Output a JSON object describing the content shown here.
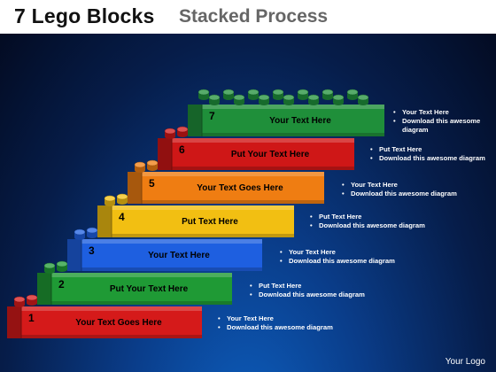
{
  "title": {
    "bold": "7 Lego Blocks",
    "light": "Stacked Process"
  },
  "logo": "Your Logo",
  "blocks": [
    {
      "number": "1",
      "label": "Your Text Goes Here",
      "color": "#d51a1a",
      "lines": [
        "Your Text Here",
        "Download this awesome diagram"
      ]
    },
    {
      "number": "2",
      "label": "Put Your Text Here",
      "color": "#1f9a35",
      "lines": [
        "Put Text Here",
        "Download this awesome diagram"
      ]
    },
    {
      "number": "3",
      "label": "Your Text Here",
      "color": "#1e5fe0",
      "lines": [
        "Your Text Here",
        "Download this awesome diagram"
      ]
    },
    {
      "number": "4",
      "label": "Put Text Here",
      "color": "#f2bf12",
      "lines": [
        "Put Text Here",
        "Download this awesome diagram"
      ]
    },
    {
      "number": "5",
      "label": "Your Text Goes Here",
      "color": "#ef7d12",
      "lines": [
        "Your Text Here",
        "Download this awesome diagram"
      ]
    },
    {
      "number": "6",
      "label": "Put Your Text Here",
      "color": "#cf1717",
      "lines": [
        "Put Text Here",
        "Download this awesome diagram"
      ]
    },
    {
      "number": "7",
      "label": "Your Text Here",
      "color": "#1f8f3a",
      "lines": [
        "Your Text Here",
        "Download this awesome",
        "diagram"
      ]
    }
  ]
}
